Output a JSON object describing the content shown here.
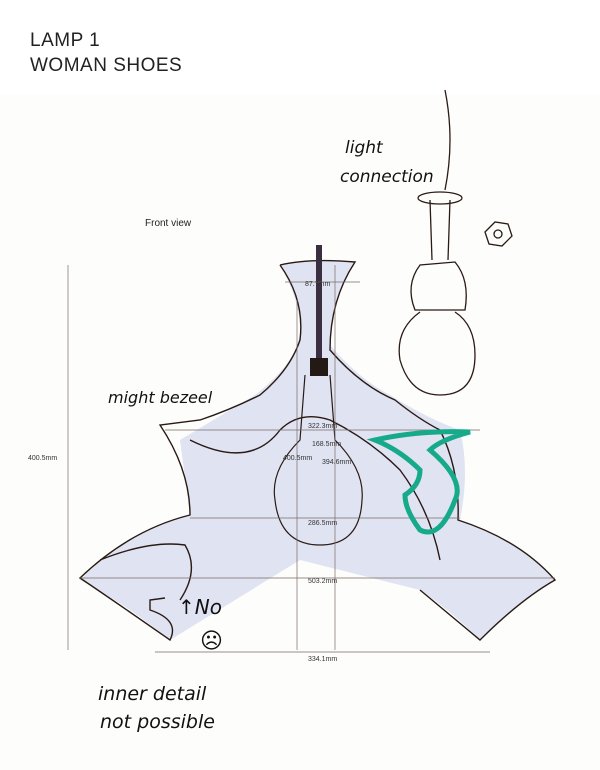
{
  "title": {
    "line1": "LAMP 1",
    "line2": "WOMAN SHOES"
  },
  "drawing": {
    "view_label": "Front view",
    "dimensions": {
      "neck_width": "87.?mm",
      "top_width": "322.3mm",
      "socket_width": "168.5mm",
      "height_left": "400.5mm",
      "center_height": "400.5mm",
      "bulb_height": "394.6mm",
      "mid_width": "286.5mm",
      "total_width": "503.2mm",
      "bottom_width": "334.1mm"
    },
    "annotations": {
      "light_connection_1": "light",
      "light_connection_2": "connection",
      "bezel": "might bezeel",
      "no": "↑No",
      "sad_face": "☹",
      "inner_detail_1": "inner detail",
      "inner_detail_2": "not possible"
    },
    "colors": {
      "shade": "#dfe3f2",
      "marker": "#16a98a",
      "ink": "#2a1a14"
    }
  }
}
